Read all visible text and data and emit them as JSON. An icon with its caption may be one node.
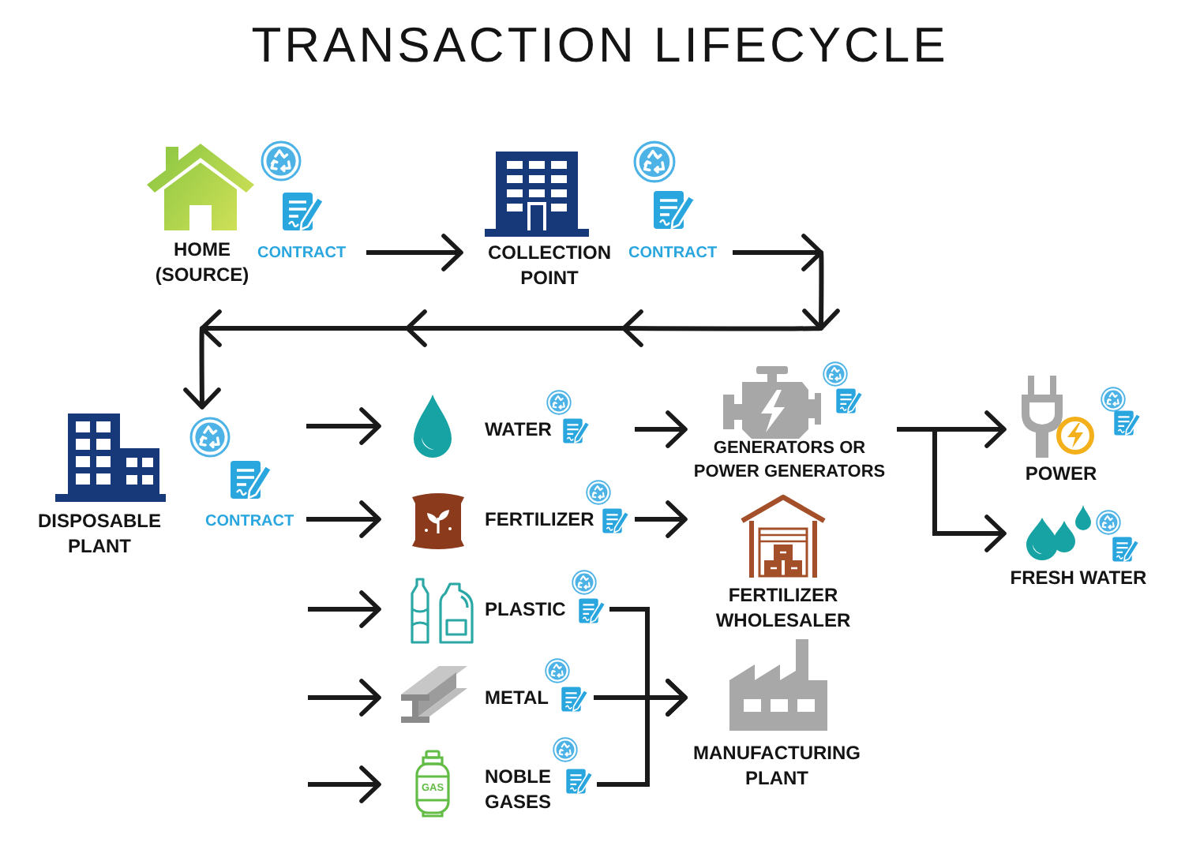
{
  "diagram": {
    "title": "TRANSACTION LIFECYCLE",
    "nodes": [
      {
        "text": [
          "HOME (SOURCE)",
          "CONTRACT"
        ]
      },
      {
        "text": [
          "COLLECTION POINT",
          "CONTRACT"
        ]
      },
      {
        "text": [
          "DISPOSABLE PLANT",
          "CONTRACT"
        ]
      },
      {
        "text": [
          "WATER"
        ]
      },
      {
        "text": [
          "FERTILIZER"
        ]
      },
      {
        "text": [
          "PLASTIC"
        ]
      },
      {
        "text": [
          "METAL"
        ]
      },
      {
        "text": [
          "NOBLE GASES"
        ]
      },
      {
        "text": [
          "GENERATORS OR POWER GENERATORS"
        ]
      },
      {
        "text": [
          "FERTILIZER WHOLESALER"
        ]
      },
      {
        "text": [
          "MANUFACTURING PLANT"
        ]
      },
      {
        "text": [
          "POWER"
        ]
      },
      {
        "text": [
          "FRESH WATER"
        ]
      }
    ],
    "edges": [
      {
        "from": 0,
        "to": 1,
        "arrow": "to"
      },
      {
        "from": 1,
        "to": 2,
        "arrow": "to"
      },
      {
        "from": 2,
        "to": 3,
        "arrow": "to"
      },
      {
        "from": 2,
        "to": 4,
        "arrow": "to"
      },
      {
        "from": null,
        "to": 5,
        "arrow": "to"
      },
      {
        "from": null,
        "to": 6,
        "arrow": "to"
      },
      {
        "from": null,
        "to": 7,
        "arrow": "to"
      },
      {
        "from": 3,
        "to": 8,
        "arrow": "to"
      },
      {
        "from": 4,
        "to": 9,
        "arrow": "to"
      },
      {
        "from": 5,
        "to": 10,
        "arrow": "to"
      },
      {
        "from": 6,
        "to": 10,
        "arrow": "to"
      },
      {
        "from": 7,
        "to": 10,
        "arrow": "to"
      },
      {
        "from": 8,
        "to": 11,
        "arrow": "to"
      },
      {
        "from": 8,
        "to": 12,
        "arrow": "to"
      }
    ],
    "labels": [
      "GAS"
    ]
  }
}
